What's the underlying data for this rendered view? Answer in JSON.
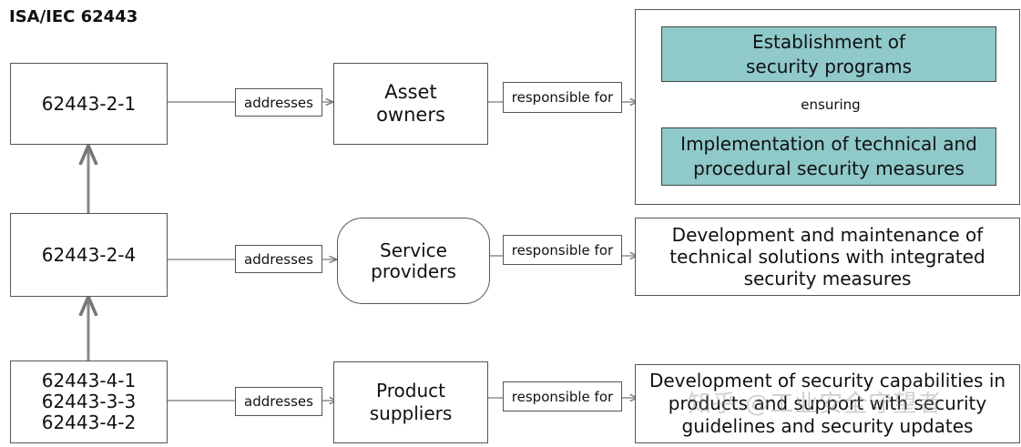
{
  "title": "ISA/IEC 62443",
  "standards": {
    "std_2_1": "62443-2-1",
    "std_2_4": "62443-2-4",
    "std_4": "62443-4-1\n62443-3-3\n62443-4-2"
  },
  "relation_addresses": "addresses",
  "relation_responsible": "responsible for",
  "relation_ensuring": "ensuring",
  "roles": {
    "asset_owners": "Asset\nowners",
    "service_providers": "Service\nproviders",
    "product_suppliers": "Product\nsuppliers"
  },
  "responsibilities": {
    "security_programs": "Establishment of\nsecurity programs",
    "security_measures": "Implementation of technical and\nprocedural security measures",
    "service_desc": "Development and maintenance of\ntechnical solutions with integrated\nsecurity measures",
    "product_desc": "Development of security capabilities in\nproducts and support with security\nguidelines and security updates"
  },
  "watermark": "知乎 @工业安全守望者",
  "colors": {
    "teal": "#8fc9ca",
    "border": "#555555"
  }
}
